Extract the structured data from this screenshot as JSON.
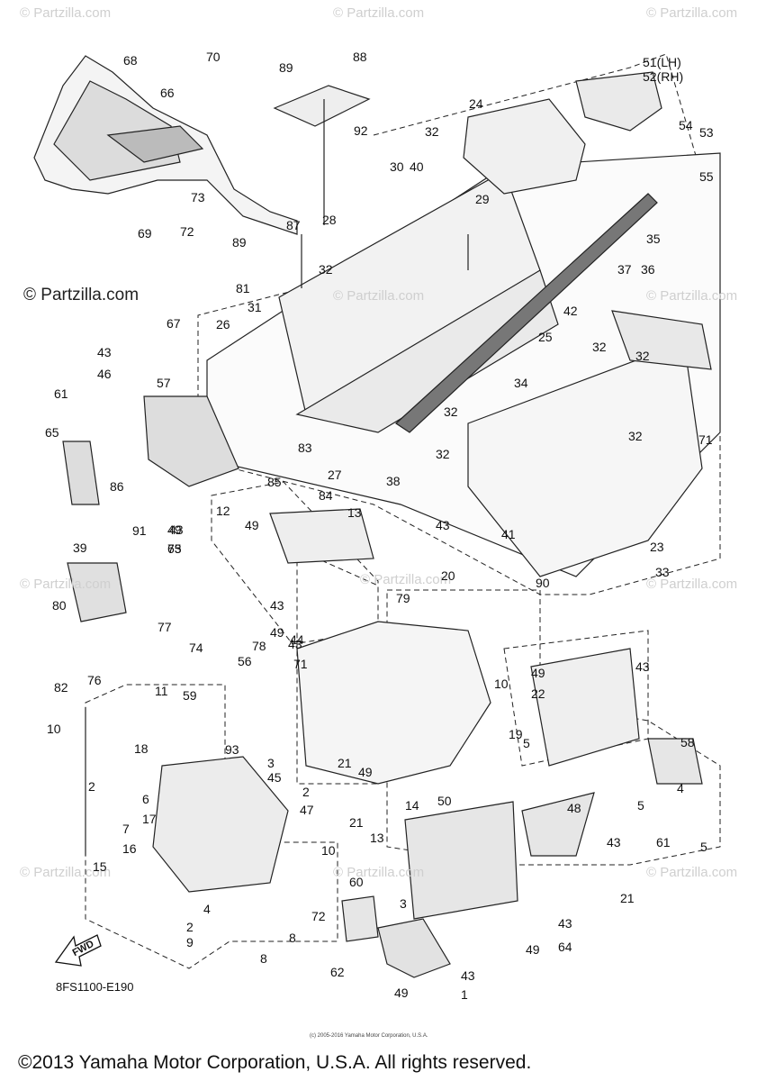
{
  "watermarks": [
    "© Partzilla.com",
    "© Partzilla.com",
    "© Partzilla.com",
    "© Partzilla.com",
    "© Partzilla.com",
    "© Partzilla.com",
    "© Partzilla.com",
    "© Partzilla.com",
    "© Partzilla.com",
    "© Partzilla.com",
    "© Partzilla.com"
  ],
  "brand_watermark": "© Partzilla.com",
  "diagram_code": "8FS1100-E190",
  "fwd_label": "FWD",
  "tiny_copyright": "(c) 2005-2016 Yamaha Motor Corporation, U.S.A.",
  "copyright": "©2013 Yamaha Motor Corporation, U.S.A. All rights reserved.",
  "callouts": [
    "68",
    "70",
    "89",
    "88",
    "51(LH)",
    "52(RH)",
    "66",
    "24",
    "32",
    "92",
    "54",
    "53",
    "55",
    "30",
    "40",
    "73",
    "72",
    "29",
    "28",
    "87",
    "89",
    "69",
    "32",
    "35",
    "37",
    "36",
    "81",
    "67",
    "26",
    "31",
    "42",
    "25",
    "32",
    "32",
    "43",
    "46",
    "57",
    "34",
    "61",
    "32",
    "32",
    "71",
    "83",
    "27",
    "38",
    "32",
    "43",
    "49",
    "63",
    "65",
    "86",
    "85",
    "84",
    "13",
    "12",
    "49",
    "43",
    "75",
    "91",
    "39",
    "41",
    "23",
    "33",
    "90",
    "80",
    "20",
    "79",
    "43",
    "49",
    "43",
    "44",
    "71",
    "78",
    "77",
    "74",
    "76",
    "82",
    "56",
    "43",
    "49",
    "22",
    "10",
    "11",
    "59",
    "10",
    "18",
    "19",
    "5",
    "93",
    "21",
    "49",
    "58",
    "2",
    "3",
    "45",
    "2",
    "4",
    "47",
    "48",
    "5",
    "6",
    "17",
    "21",
    "14",
    "50",
    "43",
    "61",
    "5",
    "7",
    "16",
    "13",
    "10",
    "15",
    "60",
    "21",
    "3",
    "4",
    "2",
    "9",
    "8",
    "8",
    "72",
    "49",
    "43",
    "64",
    "62",
    "49",
    "43",
    "1"
  ]
}
